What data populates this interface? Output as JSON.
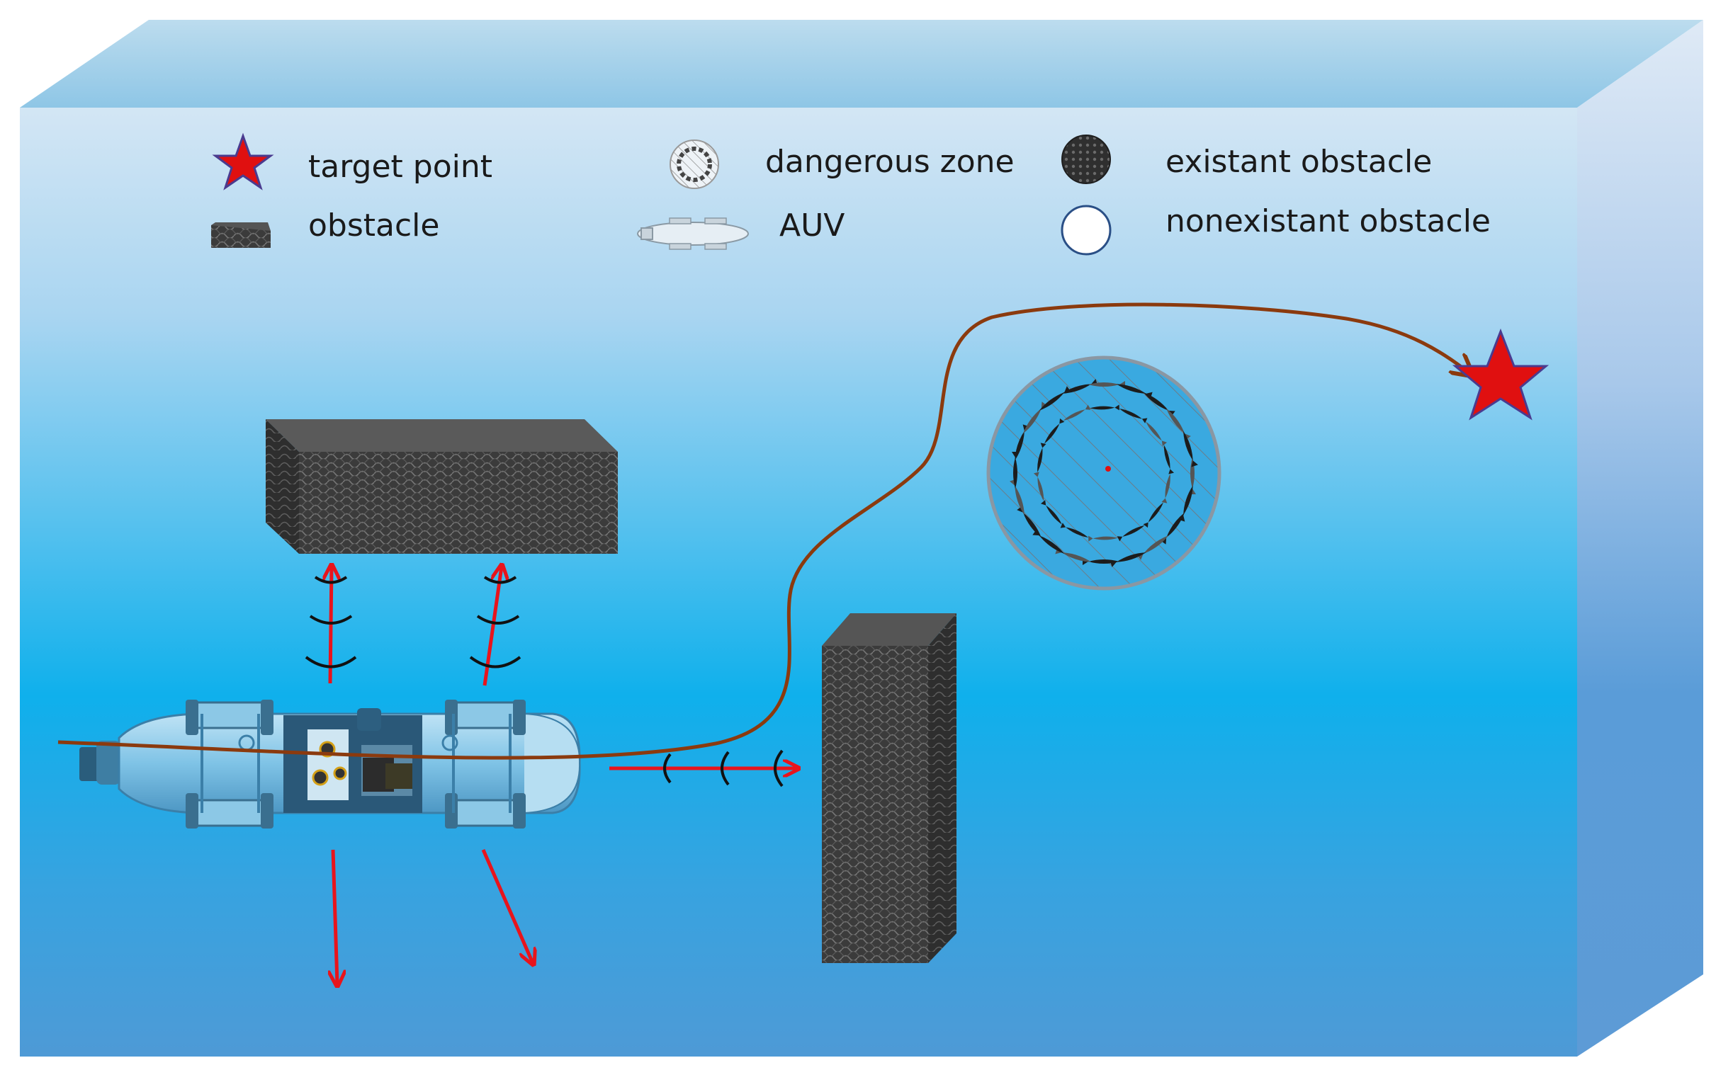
{
  "legend": {
    "target_point": "target point",
    "obstacle": "obstacle",
    "dangerous_zone": "dangerous zone",
    "auv": "AUV",
    "existant_obstacle": "existant obstacle",
    "nonexistant_obstacle": "nonexistant obstacle"
  },
  "colors": {
    "path": "#8b3a0e",
    "sensor_arrow": "#e8141c",
    "target_star": "#e01010",
    "obstacle": "#4a4a4a",
    "water_top": "#cfe4f3",
    "water_mid": "#0fb0ec",
    "water_bottom": "#4d9bd8"
  },
  "icons": {
    "target": "star-icon",
    "obstacle": "cuboid-icon",
    "dangerous_zone": "fish-school-icon",
    "auv": "submarine-icon",
    "existant_obstacle": "filled-circle-icon",
    "nonexistant_obstacle": "empty-circle-icon"
  }
}
